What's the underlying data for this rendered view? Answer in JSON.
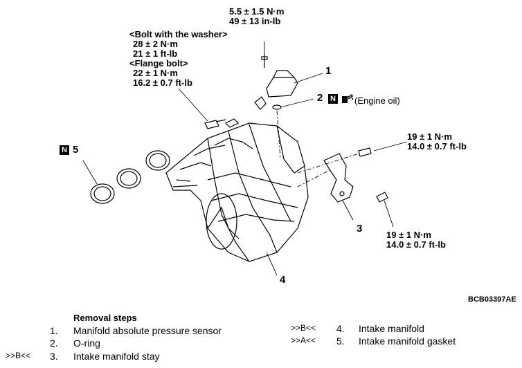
{
  "torque": {
    "top": [
      "5.5 ± 1.5 N·m",
      "49 ± 13 in-lb"
    ],
    "washer_head": "<Bolt with the washer>",
    "washer": [
      "28 ± 2 N·m",
      "21 ± 1 ft-lb"
    ],
    "flange_head": "<Flange bolt>",
    "flange": [
      "22 ± 1 N·m",
      "16.2 ± 0.7 ft-lb"
    ],
    "right_upper": [
      "19 ± 1 N·m",
      "14.0 ± 0.7 ft-lb"
    ],
    "right_lower": [
      "19 ± 1 N·m",
      "14.0 ± 0.7 ft-lb"
    ]
  },
  "callouts": {
    "c1": "1",
    "c2": "2",
    "c3": "3",
    "c4": "4",
    "c5": "5",
    "n_badge": "N",
    "engine_oil": "(Engine oil)"
  },
  "figure_code": "BCB03397AE",
  "removal": {
    "title": "Removal steps",
    "steps": [
      {
        "tag": "",
        "num": "1.",
        "text": "Manifold absolute pressure sensor"
      },
      {
        "tag": "",
        "num": "2.",
        "text": "O-ring"
      },
      {
        "tag": ">>B<<",
        "num": "3.",
        "text": "Intake manifold stay"
      },
      {
        "tag": ">>B<<",
        "num": "4.",
        "text": "Intake manifold"
      },
      {
        "tag": ">>A<<",
        "num": "5.",
        "text": "Intake manifold gasket"
      }
    ]
  }
}
